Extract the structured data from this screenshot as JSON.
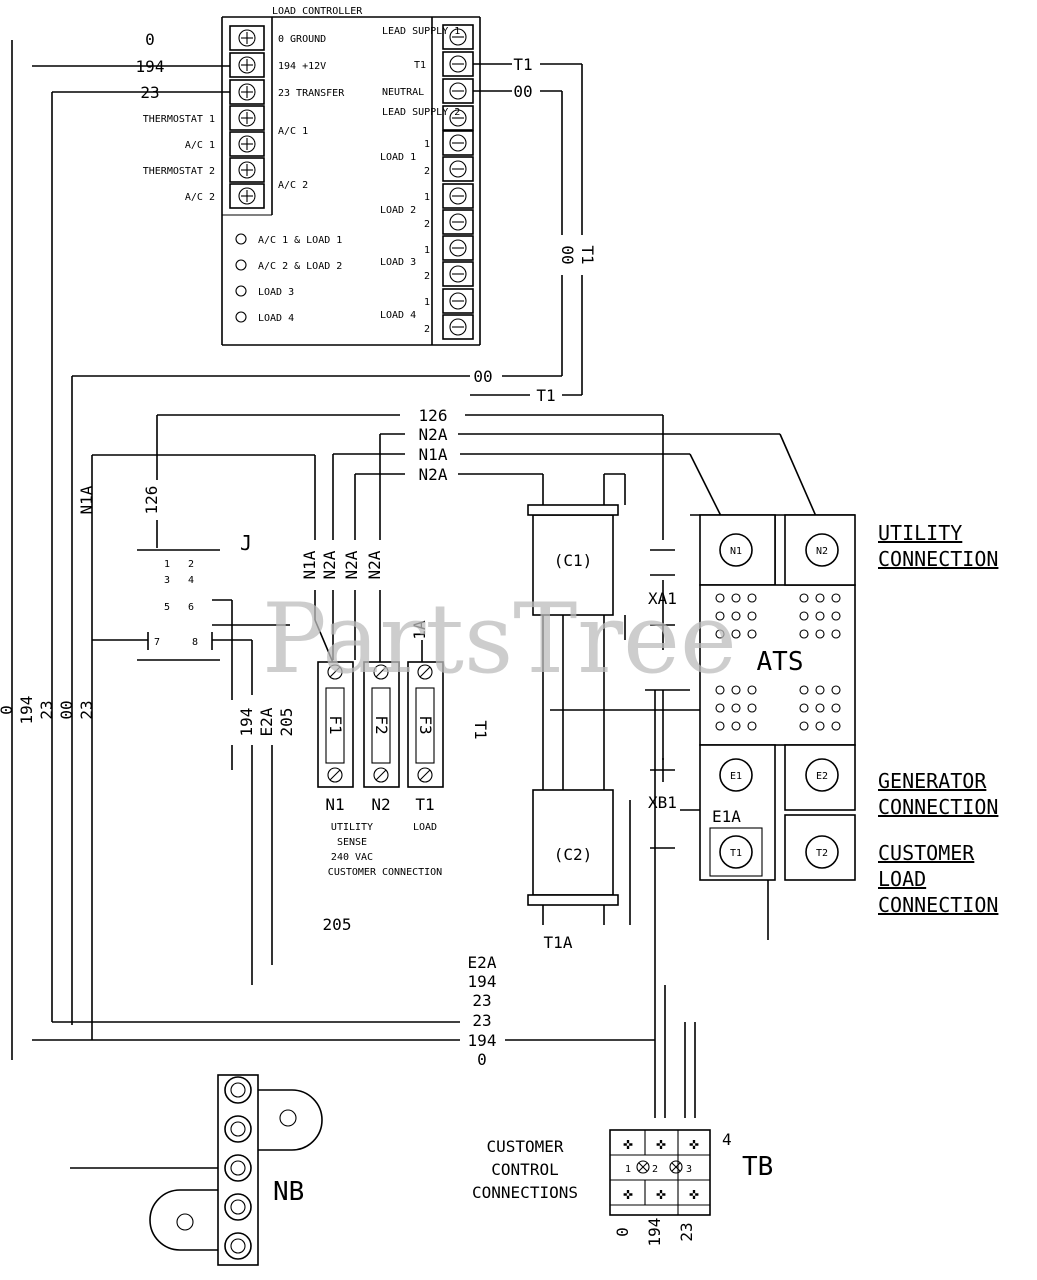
{
  "watermark": "PartsTree",
  "load_controller": {
    "title": "LOAD CONTROLLER",
    "left_terminals": [
      {
        "wire": "0",
        "outside": "",
        "inside": "0 GROUND"
      },
      {
        "wire": "194",
        "outside": "",
        "inside": "194 +12V"
      },
      {
        "wire": "23",
        "outside": "",
        "inside": "23 TRANSFER"
      },
      {
        "wire": "",
        "outside": "THERMOSTAT 1",
        "inside": ""
      },
      {
        "wire": "",
        "outside": "A/C 1",
        "inside": "A/C 1"
      },
      {
        "wire": "",
        "outside": "THERMOSTAT 2",
        "inside": ""
      },
      {
        "wire": "",
        "outside": "A/C 2",
        "inside": "A/C 2"
      }
    ],
    "leds": [
      "A/C 1 & LOAD 1",
      "A/C 2 & LOAD 2",
      "LOAD 3",
      "LOAD 4"
    ],
    "right_labels": {
      "lead_supply_1": "LEAD SUPPLY 1",
      "t1": "T1",
      "neutral": "NEUTRAL",
      "lead_supply_2": "LEAD SUPPLY 2",
      "load1": "LOAD 1",
      "load2": "LOAD 2",
      "load3": "LOAD 3",
      "load4": "LOAD 4",
      "n1": "1",
      "n2": "2"
    },
    "right_wires": {
      "t1": "T1",
      "neutral": "00"
    }
  },
  "wires": {
    "w00": "00",
    "wT1": "T1",
    "w126": "126",
    "wN2A": "N2A",
    "wN1A": "N1A",
    "w0": "0",
    "w194": "194",
    "w23": "23",
    "w205": "205",
    "wE2A": "E2A",
    "wT1A": "T1A",
    "w1A": "1A",
    "wN1A_v": "N1A",
    "w126_v": "126"
  },
  "connector_j": {
    "label": "J",
    "pins": [
      "1",
      "2",
      "3",
      "4",
      "5",
      "6",
      "7",
      "8"
    ],
    "left_bundle": [
      "0",
      "194",
      "23",
      "00",
      "23"
    ],
    "right_bundle": [
      "194",
      "E2A",
      "205"
    ],
    "top_bundle": [
      "N1A",
      "N2A",
      "N2A",
      "N2A"
    ]
  },
  "fuse_block": {
    "fuses": [
      "F1",
      "F2",
      "F3"
    ],
    "terminals": [
      "N1",
      "N2",
      "T1"
    ],
    "caption": [
      "UTILITY",
      "SENSE",
      "240 VAC",
      "CUSTOMER CONNECTION"
    ],
    "load_label": "LOAD"
  },
  "contactor": {
    "c1": "(C1)",
    "c2": "(C2)",
    "xa1": "XA1",
    "xb1": "XB1"
  },
  "ats": {
    "label": "ATS",
    "lugs": [
      "N1",
      "N2",
      "E1",
      "E2",
      "T1",
      "T2"
    ],
    "e1a": "E1A",
    "utility": [
      "UTILITY",
      "CONNECTION"
    ],
    "generator": [
      "GENERATOR",
      "CONNECTION"
    ],
    "customer_load": [
      "CUSTOMER",
      "LOAD",
      "CONNECTION"
    ]
  },
  "bottom_bundle": [
    "E2A",
    "194",
    "23",
    "23",
    "194",
    "0"
  ],
  "terminal_block": {
    "label": "TB",
    "caption": [
      "CUSTOMER",
      "CONTROL",
      "CONNECTIONS"
    ],
    "positions": [
      "1",
      "2",
      "3",
      "4"
    ],
    "bottom_wires": [
      "0",
      "194",
      "23"
    ]
  },
  "neutral_bar": {
    "label": "NB"
  }
}
